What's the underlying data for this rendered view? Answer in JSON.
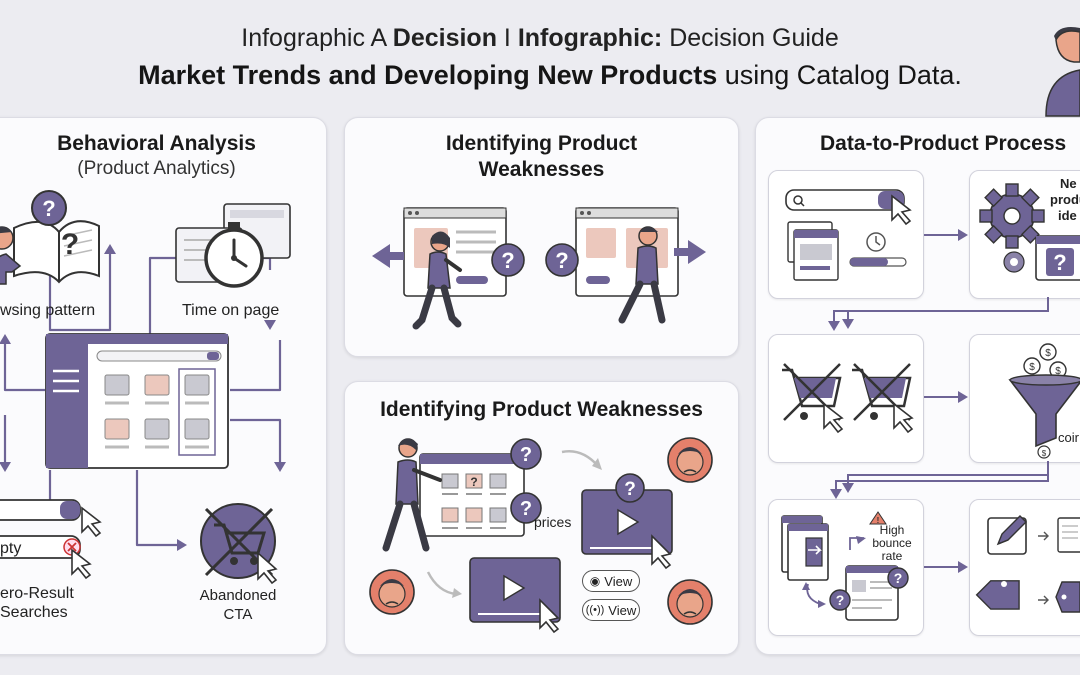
{
  "header": {
    "line1_prefix": "Infographic A ",
    "line1_bold1": "Decision",
    "line1_sep": " I ",
    "line1_bold2": "Infographic:",
    "line1_suffix": " Decision Guide",
    "line2_bold": "Market Trends and Developing New Products",
    "line2_suffix": " using Catalog Data."
  },
  "behavioral": {
    "title": "Behavioral Analysis",
    "subtitle": "(Product Analytics)",
    "browsing_label": "wsing pattern",
    "time_label": "Time on page",
    "empty_field": "pty",
    "zero_label_1": "ero-Result",
    "zero_label_2": "Searches",
    "abandoned_label_1": "Abandoned",
    "abandoned_label_2": "CTA"
  },
  "weakness_top": {
    "title_1": "Identifying Product",
    "title_2": "Weaknesses"
  },
  "weakness_bottom": {
    "title": "Identifying Product Weaknesses",
    "prices_label": "prices",
    "view_label_1": "View",
    "view_label_2": "View"
  },
  "process": {
    "title": "Data-to-Product Process",
    "new_idea_1": "Ne",
    "new_idea_2": "produ",
    "new_idea_3": "ide",
    "coin_label": "coir",
    "bounce_1": "High",
    "bounce_2": "bounce",
    "bounce_3": "rate"
  },
  "colors": {
    "accent": "#6e6496",
    "accent_light": "#cfc9e2",
    "tile_peach": "#ecc8bd",
    "tile_gray": "#c9c9d1",
    "face": "#e9a58a",
    "face_bg": "#e4806b"
  }
}
